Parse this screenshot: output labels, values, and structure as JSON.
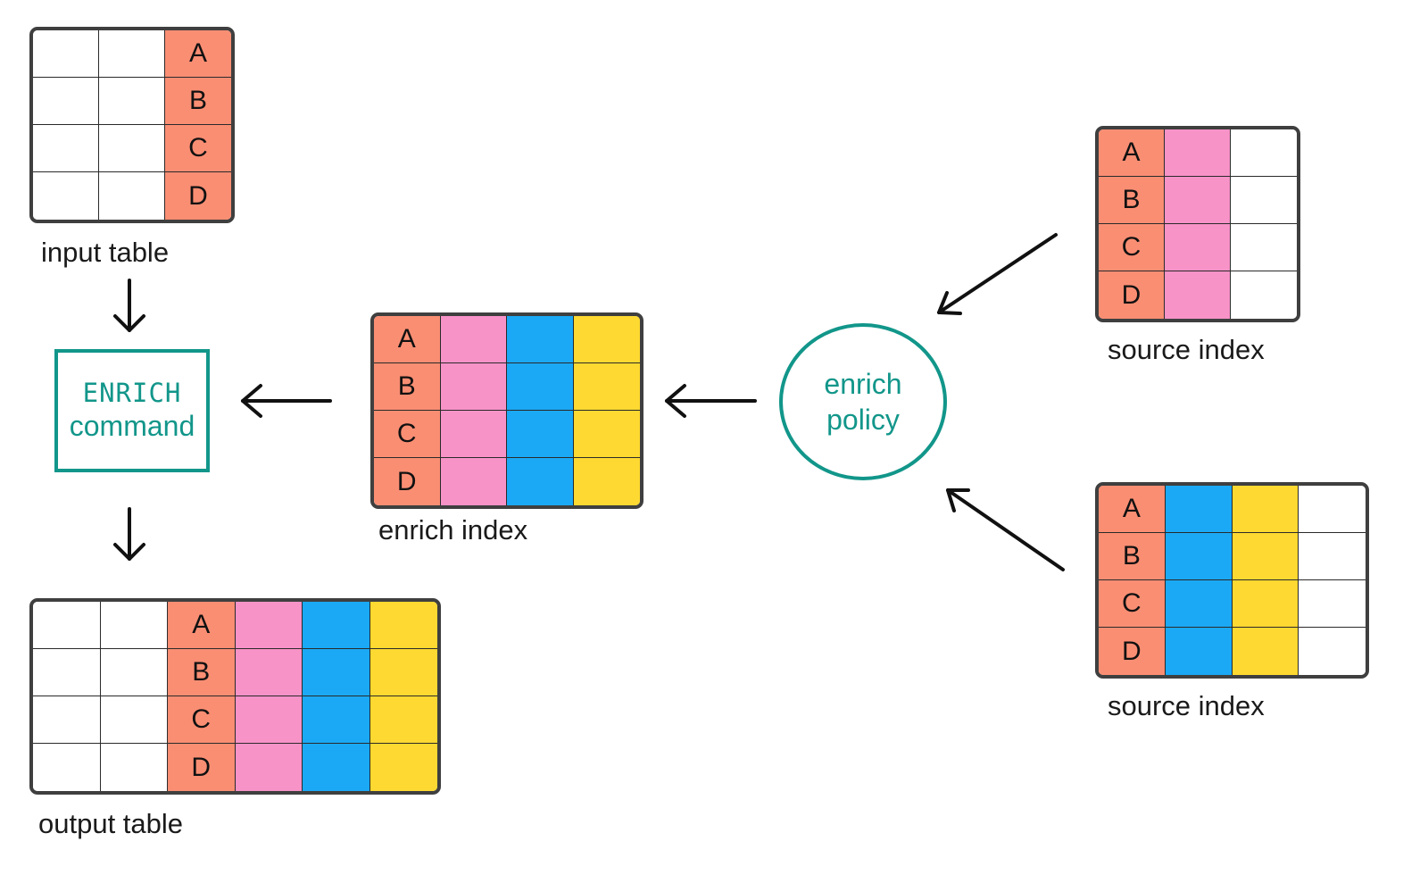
{
  "colors": {
    "key": "#fa8e73",
    "pink": "#f893c8",
    "blue": "#1ba9f5",
    "yellow": "#fed931",
    "empty": "#ffffff",
    "teal": "#12968a"
  },
  "tables": {
    "input": {
      "label": "input table",
      "columns": [
        "empty",
        "empty",
        "key"
      ],
      "rows": [
        "A",
        "B",
        "C",
        "D"
      ]
    },
    "output": {
      "label": "output table",
      "columns": [
        "empty",
        "empty",
        "key",
        "pink",
        "blue",
        "yellow"
      ],
      "rows": [
        "A",
        "B",
        "C",
        "D"
      ]
    },
    "enrich": {
      "label": "enrich index",
      "columns": [
        "key",
        "pink",
        "blue",
        "yellow"
      ],
      "rows": [
        "A",
        "B",
        "C",
        "D"
      ]
    },
    "source1": {
      "label": "source index",
      "columns": [
        "key",
        "pink",
        "empty"
      ],
      "rows": [
        "A",
        "B",
        "C",
        "D"
      ]
    },
    "source2": {
      "label": "source index",
      "columns": [
        "key",
        "blue",
        "yellow",
        "empty"
      ],
      "rows": [
        "A",
        "B",
        "C",
        "D"
      ]
    }
  },
  "command": {
    "line1": "ENRICH",
    "line2": "command"
  },
  "policy": {
    "line1": "enrich",
    "line2": "policy"
  },
  "arrows": [
    {
      "from": "input-table",
      "to": "enrich-command"
    },
    {
      "from": "enrich-command",
      "to": "output-table"
    },
    {
      "from": "enrich-index",
      "to": "enrich-command"
    },
    {
      "from": "enrich-policy",
      "to": "enrich-index"
    },
    {
      "from": "source-index-1",
      "to": "enrich-policy"
    },
    {
      "from": "source-index-2",
      "to": "enrich-policy"
    }
  ]
}
